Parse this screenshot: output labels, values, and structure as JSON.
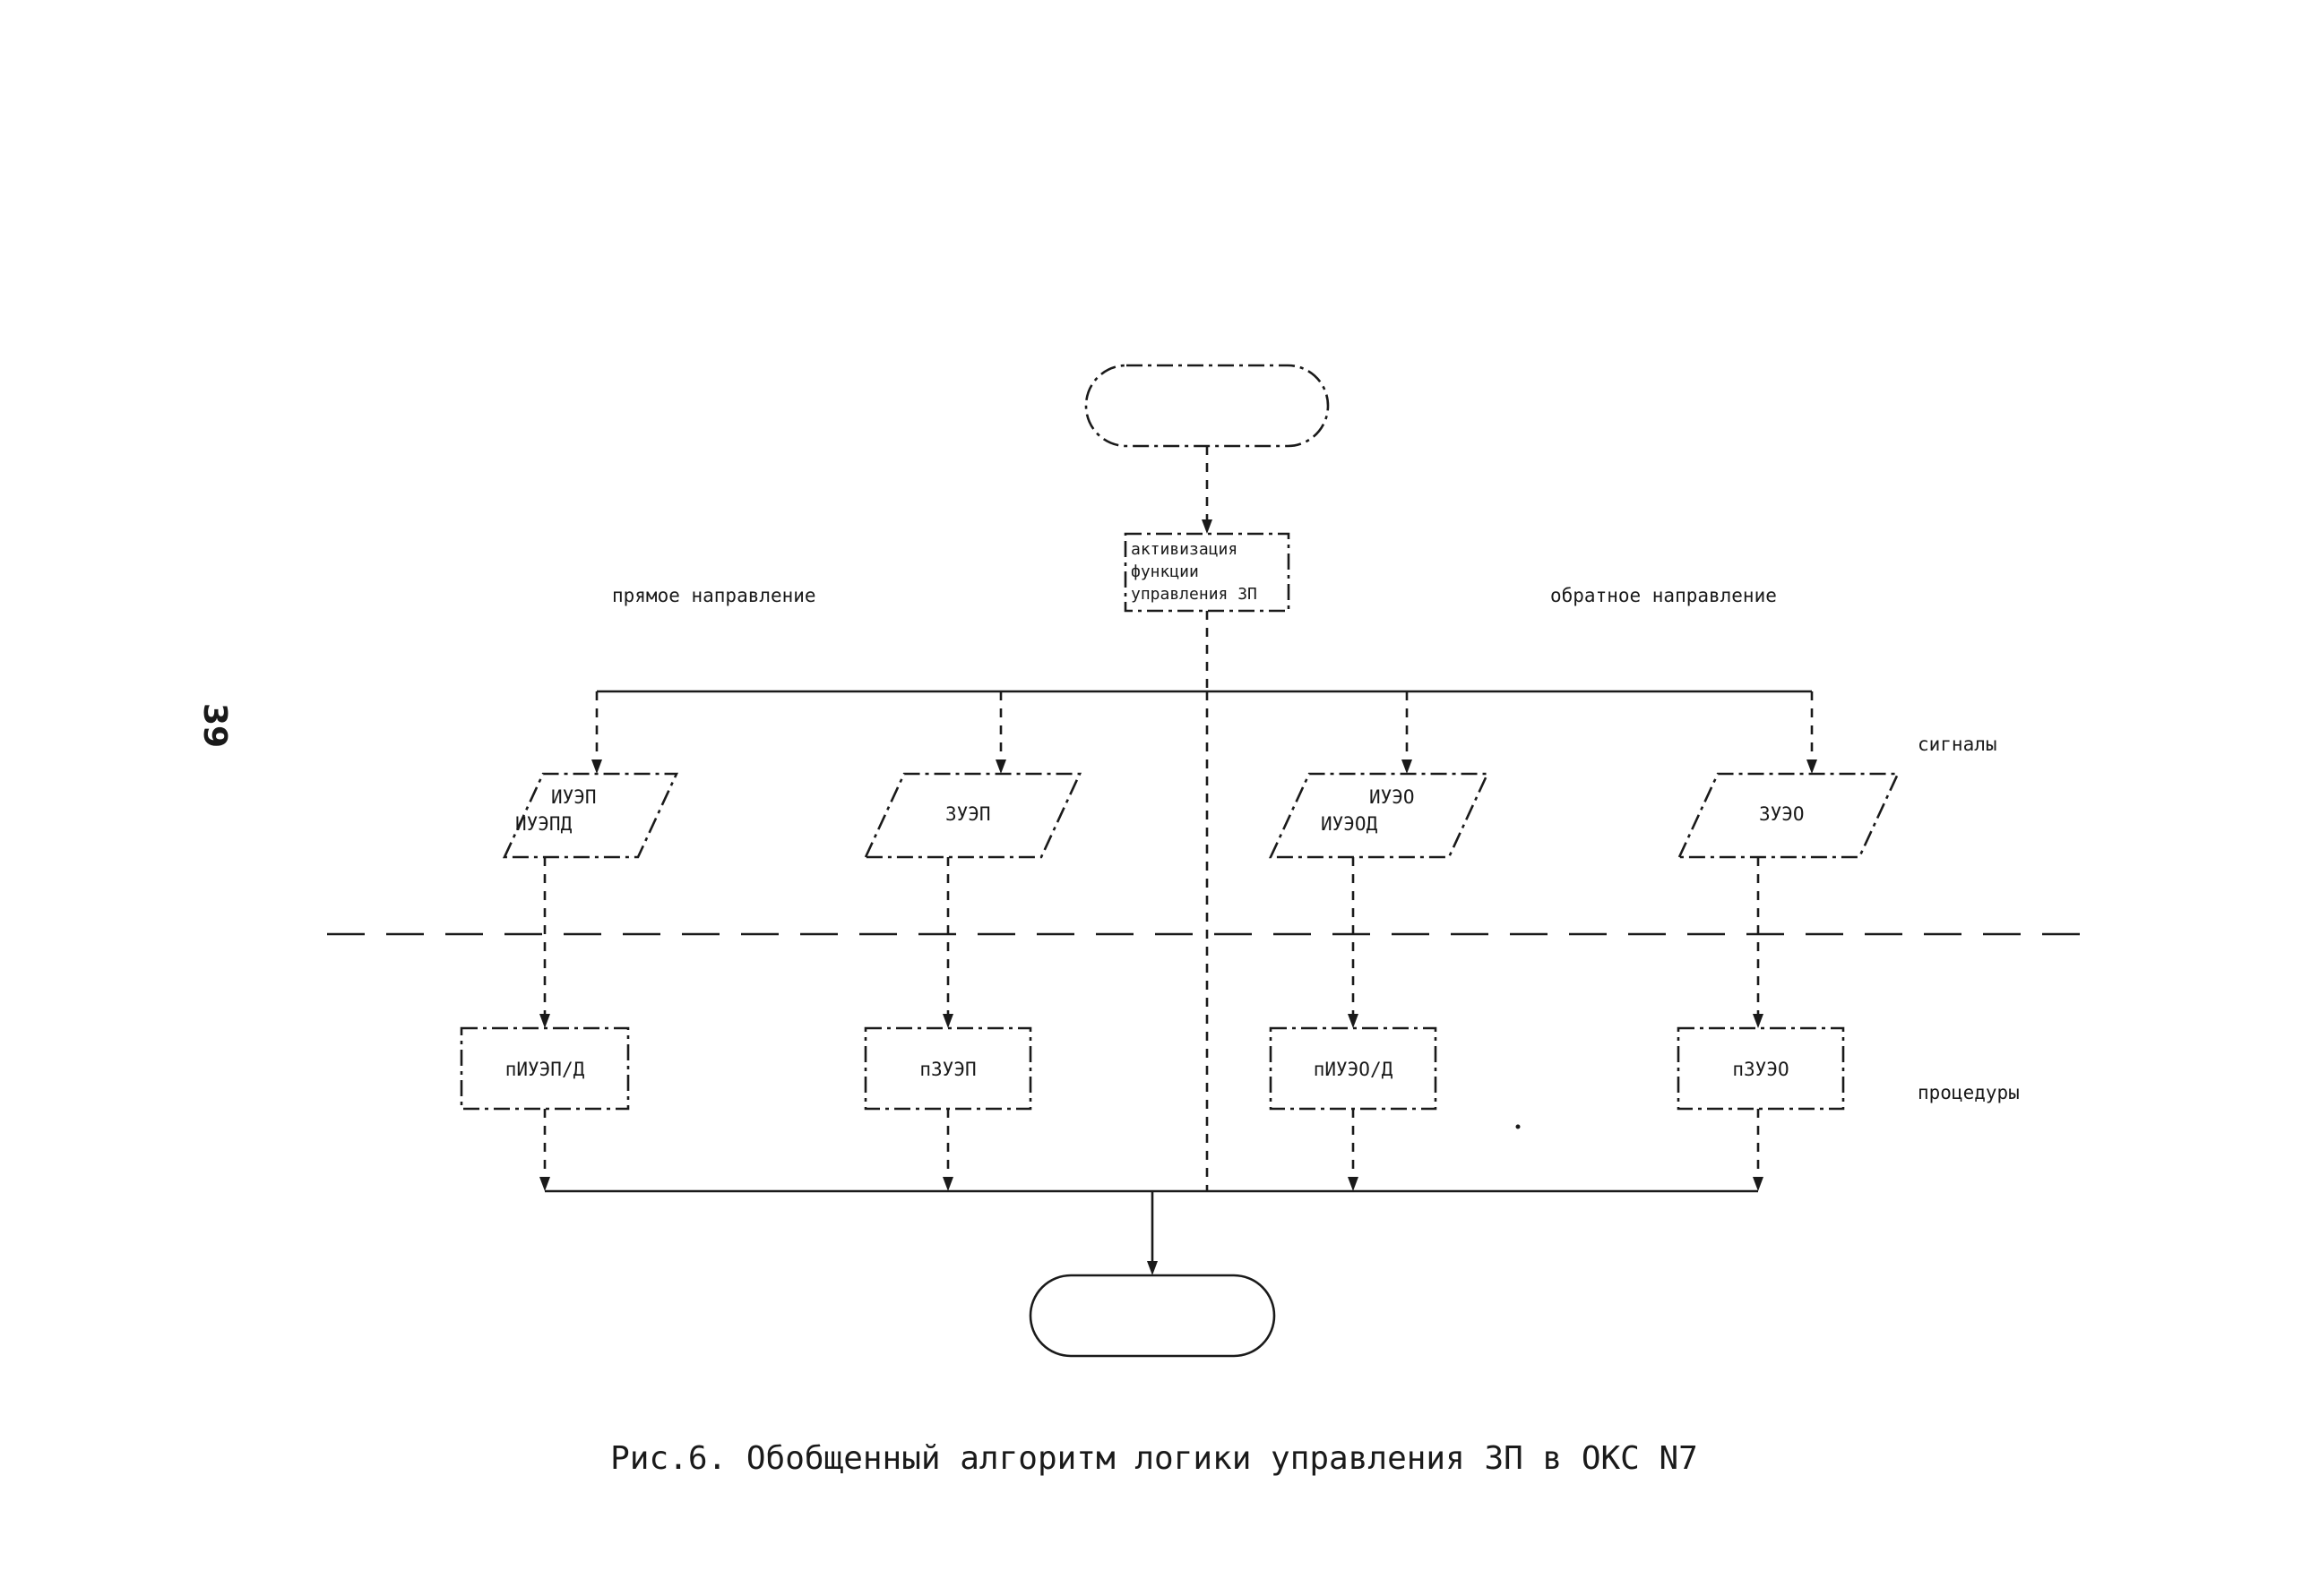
{
  "page_number": "39",
  "process": {
    "line1": "активизация",
    "line2": "функции",
    "line3": "управления ЗП"
  },
  "directions": {
    "forward": "прямое направление",
    "reverse": "обратное направление"
  },
  "levels": {
    "signals": "сигналы",
    "procedures": "процедуры"
  },
  "signals": [
    {
      "line1": "ИУЭП",
      "line2": "ИУЭПД"
    },
    {
      "line1": "ЗУЭП",
      "line2": ""
    },
    {
      "line1": "ИУЭО",
      "line2": "ИУЭОД"
    },
    {
      "line1": "ЗУЭО",
      "line2": ""
    }
  ],
  "procedures": [
    {
      "label": "пИУЭП/Д"
    },
    {
      "label": "пЗУЭП"
    },
    {
      "label": "пИУЭО/Д"
    },
    {
      "label": "пЗУЭО"
    }
  ],
  "caption": "Рис.6. Обобщенный алгоритм логики управления ЗП в ОКС N7"
}
